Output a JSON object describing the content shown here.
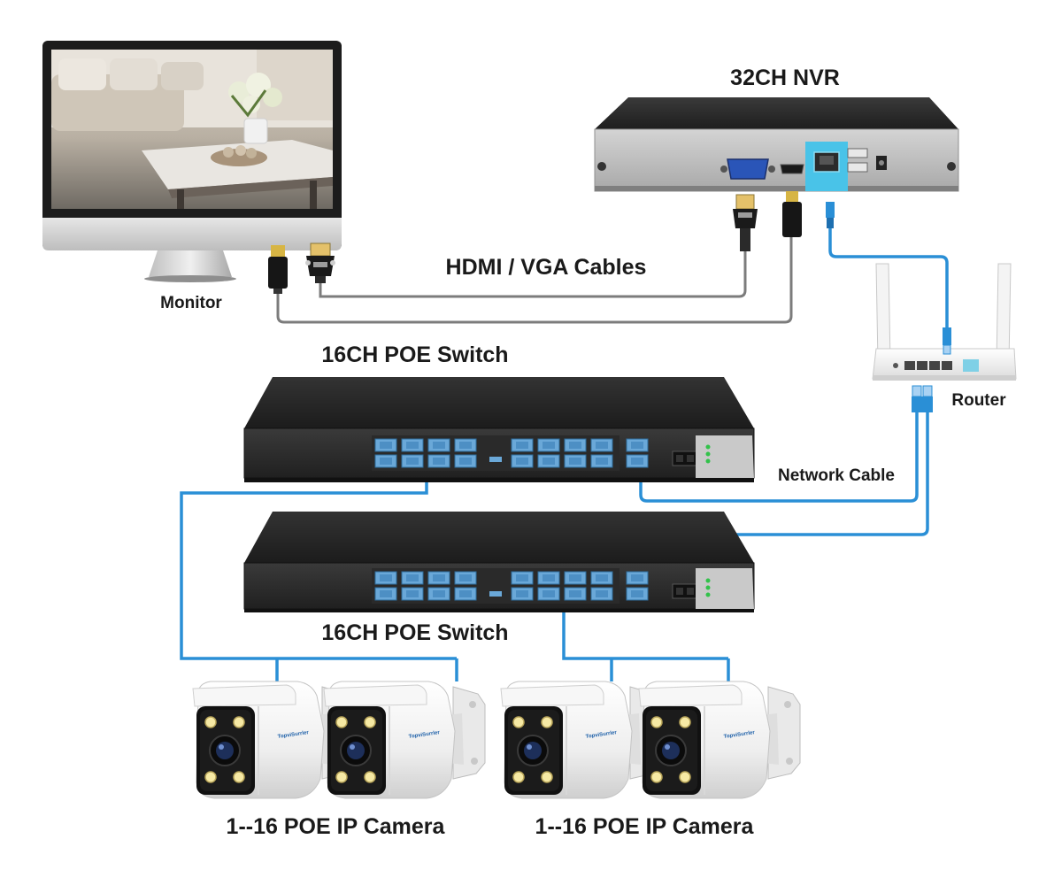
{
  "labels": {
    "nvr": "32CH NVR",
    "hdmi_vga": "HDMI / VGA Cables",
    "monitor": "Monitor",
    "router": "Router",
    "switch_top": "16CH POE Switch",
    "switch_bottom": "16CH POE Switch",
    "network_cable": "Network Cable",
    "camera_left": "1--16 POE IP Camera",
    "camera_right": "1--16 POE IP Camera"
  },
  "colors": {
    "network_cable": "#2a8fd6",
    "av_cable": "#777777",
    "device_body": "#2b2b2b",
    "port_blue": "#6aa8d8"
  },
  "icons": {
    "monitor": "monitor-icon",
    "nvr": "nvr-icon",
    "router": "router-icon",
    "switch": "poe-switch-icon",
    "camera": "bullet-camera-icon"
  }
}
